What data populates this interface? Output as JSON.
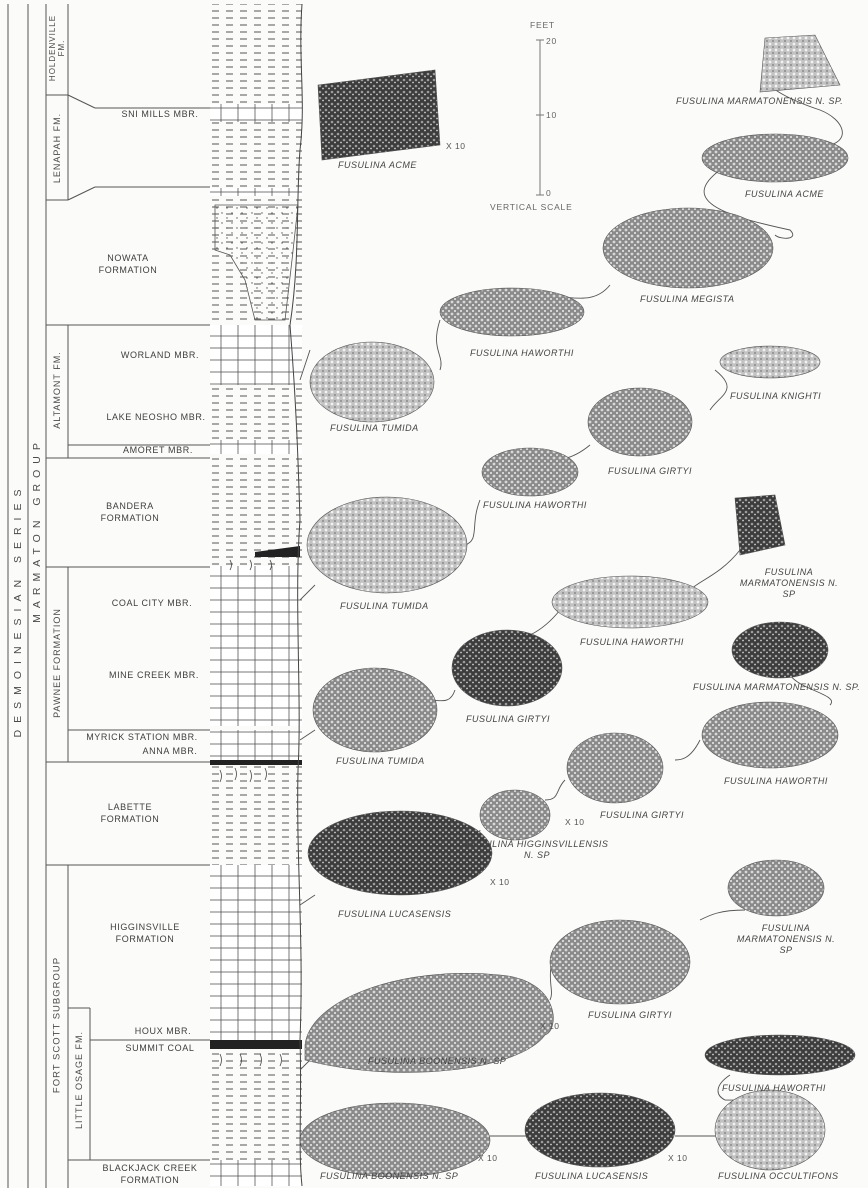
{
  "vertical_labels": {
    "series": "DESMOINESIAN SERIES",
    "group": "MARMATON GROUP",
    "subgroup": "FORT SCOTT SUBGROUP",
    "holdenville": "HOLDENVILLE FM.",
    "lenapah": "LENAPAH FM.",
    "altamont": "ALTAMONT FM.",
    "pawnee": "PAWNEE FORMATION",
    "little_osage": "LITTLE OSAGE FM."
  },
  "units": {
    "sni_mills": "SNI MILLS MBR.",
    "nowata": "NOWATA FORMATION",
    "worland": "WORLAND MBR.",
    "lake_neosho": "LAKE NEOSHO MBR.",
    "amoret": "AMORET MBR.",
    "bandera": "BANDERA FORMATION",
    "coal_city": "COAL CITY MBR.",
    "mine_creek": "MINE CREEK MBR.",
    "myrick": "MYRICK STATION MBR.",
    "anna": "ANNA MBR.",
    "labette": "LABETTE FORMATION",
    "higginsville": "HIGGINSVILLE FORMATION",
    "houx": "HOUX MBR.",
    "summit": "SUMMIT COAL",
    "blackjack": "BLACKJACK CREEK FORMATION"
  },
  "scale": {
    "feet": "FEET",
    "t20": "20",
    "t10": "10",
    "t0": "0",
    "caption": "VERTICAL SCALE"
  },
  "magnification": "X 10",
  "specimens": [
    "FUSULINA ACME",
    "FUSULINA MARMATONENSIS N. SP.",
    "FUSULINA ACME",
    "FUSULINA MEGISTA",
    "FUSULINA HAWORTHI",
    "FUSULINA TUMIDA",
    "FUSULINA KNIGHTI",
    "FUSULINA GIRTYI",
    "FUSULINA HAWORTHI",
    "FUSULINA TUMIDA",
    "FUSULINA MARMATONENSIS N. SP",
    "FUSULINA HAWORTHI",
    "FUSULINA MARMATONENSIS N. SP.",
    "FUSULINA GIRTYI",
    "FUSULINA TUMIDA",
    "FUSULINA HAWORTHI",
    "FUSULINA GIRTYI",
    "FUSULINA HIGGINSVILLENSIS N. SP",
    "FUSULINA LUCASENSIS",
    "FUSULINA MARMATONENSIS N. SP",
    "FUSULINA GIRTYI",
    "FUSULINA BOONENSIS N. SP",
    "FUSULINA HAWORTHI",
    "FUSULINA BOONENSIS N. SP",
    "FUSULINA LUCASENSIS",
    "FUSULINA OCCULTIFONS"
  ]
}
